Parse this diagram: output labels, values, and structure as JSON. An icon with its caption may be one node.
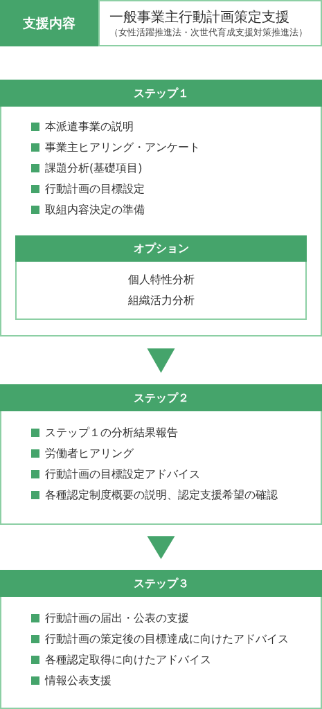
{
  "diagram": {
    "nodes": [
      {
        "text": [
          "支援内容"
        ]
      },
      {
        "text": [
          "一般事業主行動計画策定支援",
          "（女性活躍推進法・次世代育成支援対策推進法）"
        ]
      },
      {
        "text": [
          "ステップ１",
          "本派遣事業の説明",
          "事業主ヒアリング・アンケート",
          "課題分析(基礎項目)",
          "行動計画の目標設定",
          "取組内容決定の準備"
        ]
      },
      {
        "text": [
          "オプション",
          "個人特性分析",
          "組織活力分析"
        ],
        "in": 2
      },
      {
        "text": [
          "ステップ２",
          "ステップ１の分析結果報告",
          "労働者ヒアリング",
          "行動計画の目標設定アドバイス",
          "各種認定制度概要の説明、認定支援希望の確認"
        ]
      },
      {
        "text": [
          "ステップ３",
          "行動計画の届出・公表の支援",
          "行動計画の策定後の目標達成に向けたアドバイス",
          "各種認定取得に向けたアドバイス",
          "情報公表支援"
        ]
      }
    ],
    "edges": [
      {
        "from": 2,
        "to": 4,
        "arrow": "to"
      },
      {
        "from": 4,
        "to": 5,
        "arrow": "to"
      }
    ]
  }
}
